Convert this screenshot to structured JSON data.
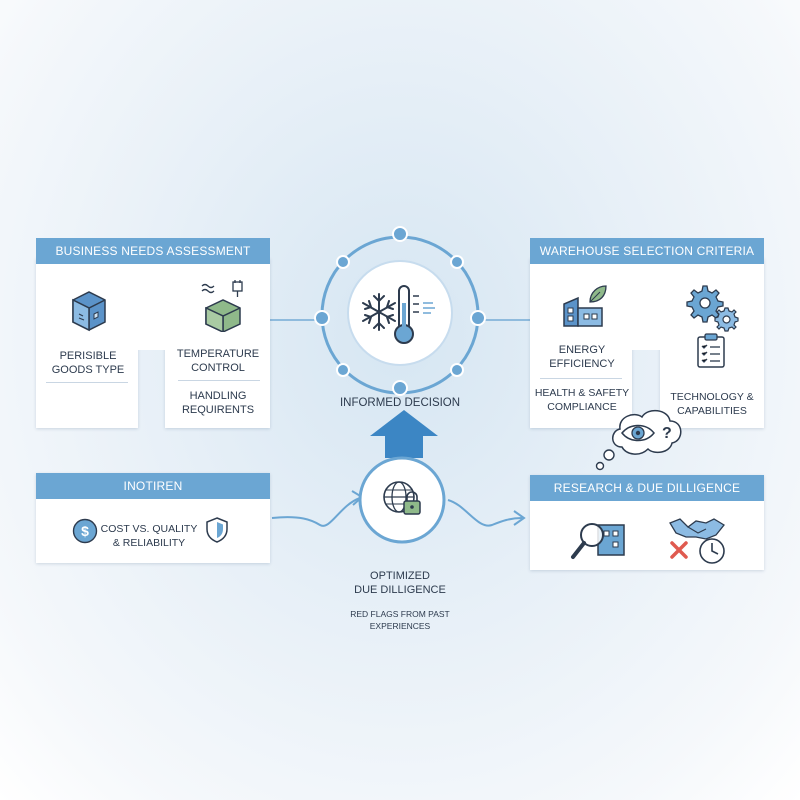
{
  "business_needs": {
    "title": "BUSINESS NEEDS ASSESSMENT",
    "item1": "PERISIBLE\nGOODS TYPE",
    "item2": "TEMPERATURE\nCONTROL",
    "item3": "HANDLING\nREQUIRENTS",
    "icons": [
      "box-icon",
      "temperature-box-icon"
    ]
  },
  "inotiren": {
    "title": "INOTIREN",
    "item1": "COST VS. QUALITY\n& RELIABILITY",
    "icons": [
      "dollar-icon",
      "shield-icon"
    ]
  },
  "center": {
    "label": "INFORMED DECISION",
    "optimized": "OPTIMIZED\nDUE DILLIGENCE",
    "red_flags": "RED FLAGS FROM PAST\nEXPERIENCES",
    "icons": [
      "snowflake-thermometer-icon",
      "globe-lock-icon",
      "up-arrow-icon"
    ]
  },
  "warehouse": {
    "title": "WAREHOUSE SELECTION CRITERIA",
    "item1": "ENERGY\nEFFICIENCY",
    "item2": "HEALTH & SAFETY\nCOMPLIANCE",
    "item3": "TECHNOLOGY &\nCAPABILITIES",
    "icons": [
      "green-building-icon",
      "gears-icon",
      "clipboard-icon",
      "thought-eye-icon"
    ]
  },
  "research": {
    "title": "RESEARCH & DUE DILLIGENCE",
    "icons": [
      "magnifier-building-icon",
      "handshake-clock-icon"
    ]
  },
  "colors": {
    "accent": "#6ba6d3",
    "dark": "#2d3b4e",
    "green": "#8fb98a",
    "red": "#e05a4f"
  }
}
